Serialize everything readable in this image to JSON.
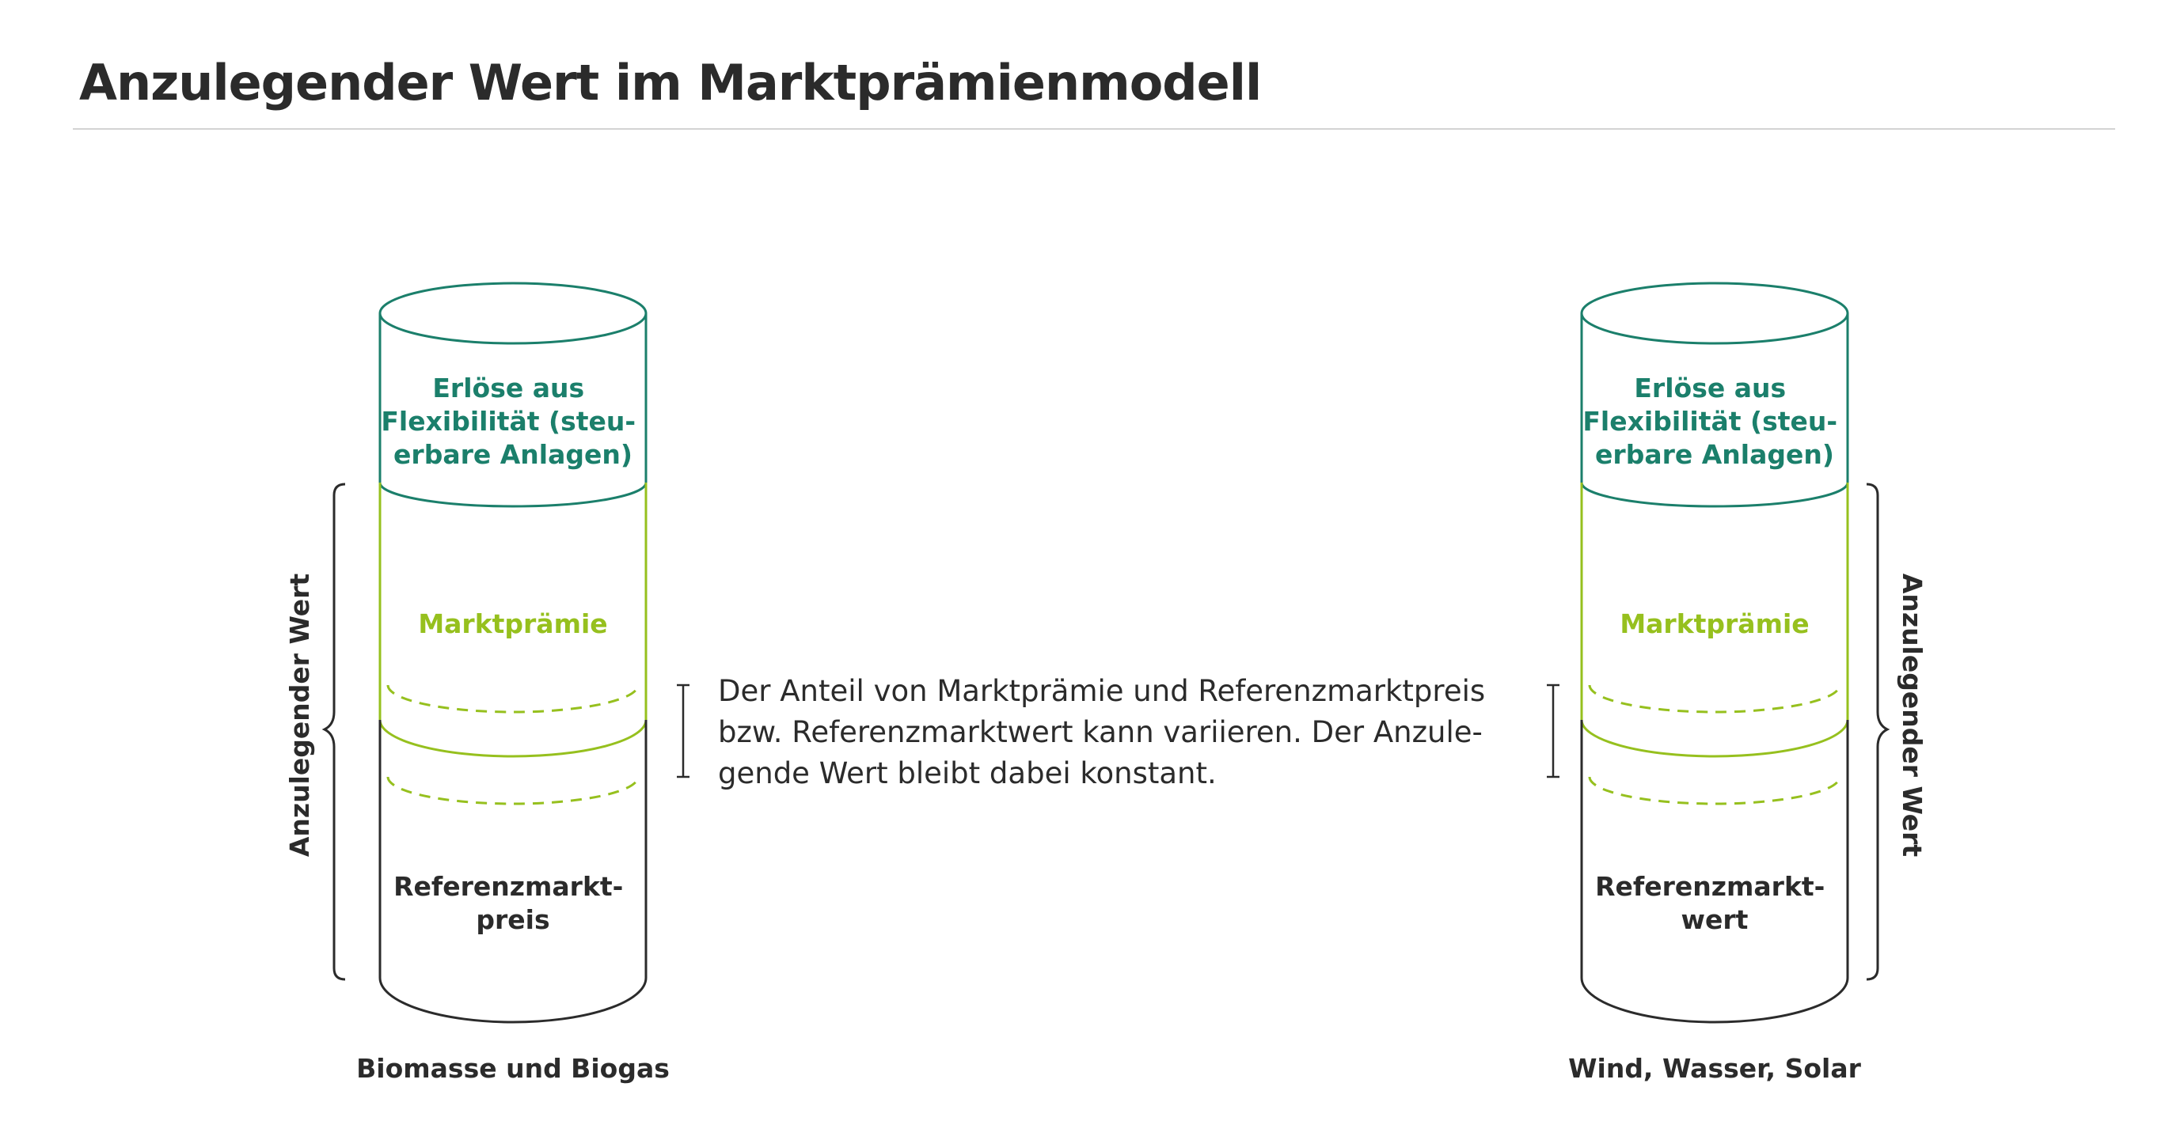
{
  "title": "Anzulegender Wert im Marktprämienmodell",
  "colors": {
    "teal": "#1b7f6b",
    "green": "#96c01e",
    "dark": "#2b2b2b",
    "rule": "#d3d3d3"
  },
  "left_cylinder": {
    "top_label_lines": [
      "Erlöse aus",
      "Flexibilität (steu-",
      "erbare Anlagen)"
    ],
    "middle_label": "Marktprämie",
    "bottom_label_lines": [
      "Referenzmarkt-",
      "preis"
    ],
    "caption": "Biomasse und Biogas",
    "brace_label": "Anzulegender Wert"
  },
  "right_cylinder": {
    "top_label_lines": [
      "Erlöse aus",
      "Flexibilität (steu-",
      "erbare Anlagen)"
    ],
    "middle_label": "Marktprämie",
    "bottom_label_lines": [
      "Referenzmarkt-",
      "wert"
    ],
    "caption": "Wind, Wasser, Solar",
    "brace_label": "Anzulegender Wert"
  },
  "note_lines": [
    "Der Anteil von Marktprämie und Referenzmarktpreis",
    "bzw. Referenzmarktwert kann variieren. Der Anzule-",
    "gende Wert bleibt  dabei konstant."
  ]
}
